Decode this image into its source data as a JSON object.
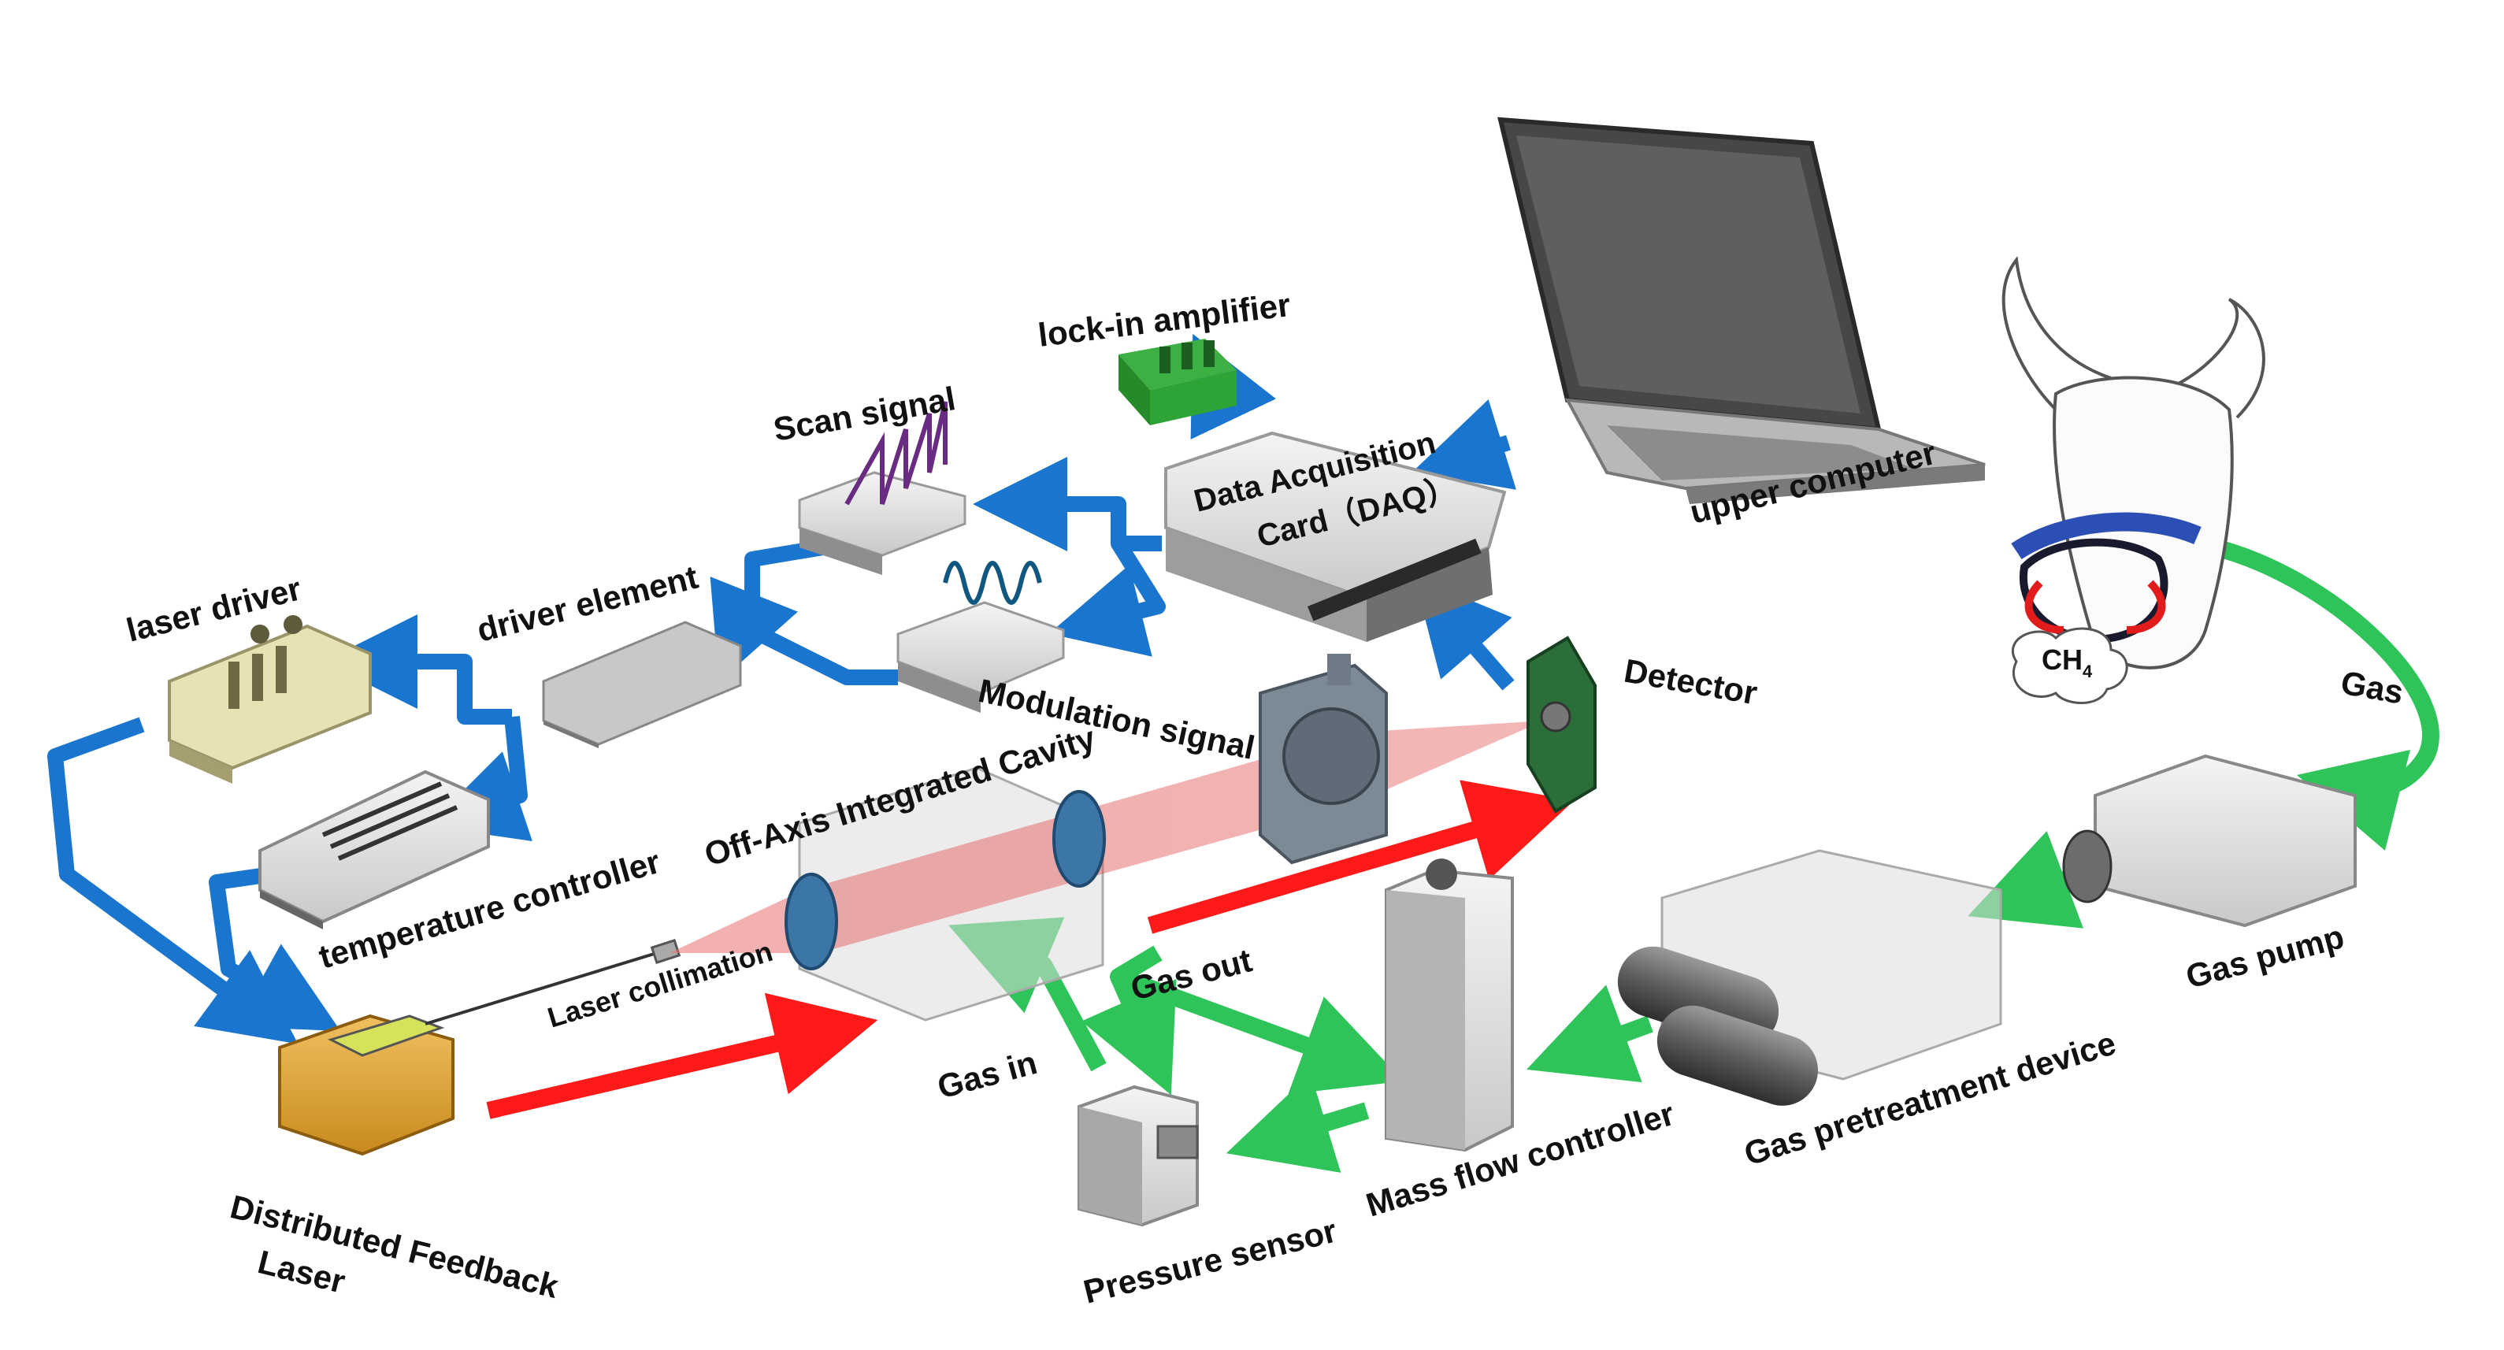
{
  "labels": {
    "lockin": "lock-in amplifier",
    "scan": "Scan signal",
    "daq_line1": "Data Acquisition",
    "daq_line2": "Card（DAQ）",
    "upper": "upper computer",
    "laser_driver": "laser driver",
    "driver_element": "driver element",
    "modulation": "Modulation signal",
    "detector": "Detector",
    "temp_controller": "temperature controller",
    "cavity": "Off-Axis Integrated Cavity",
    "collimation": "Laser collimation",
    "gas_out": "Gas out",
    "gas_in": "Gas in",
    "dfb_line1": "Distributed Feedback",
    "dfb_line2": "Laser",
    "pressure": "Pressure sensor",
    "mfc": "Mass flow controller",
    "pretreat": "Gas pretreatment device",
    "pump": "Gas pump",
    "gas": "Gas",
    "ch4": "CH",
    "ch4_sub": "4"
  },
  "colors": {
    "electrical_arrow": "#1a75cf",
    "gas_arrow": "#2ec45a",
    "laser_beam": "#ff1a1a",
    "nose_band": "#2b4fb5"
  }
}
